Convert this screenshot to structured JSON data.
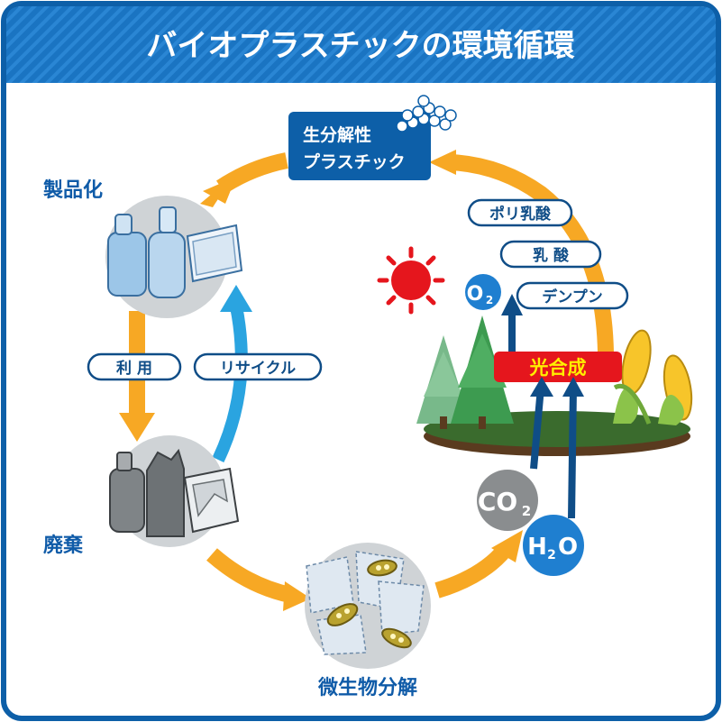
{
  "title": "バイオプラスチックの環境循環",
  "colors": {
    "frame": "#0d5fa8",
    "band": "#1a74c2",
    "arrow_orange": "#f7a824",
    "arrow_blue": "#2aa4e0",
    "tag_border": "#0f4d87",
    "label_blue": "#0f5ba8",
    "sun": "#e5161d",
    "photo_red": "#e5161d",
    "photo_text": "#ffef00",
    "ground": "#3a6b2d",
    "tree": "#3d9b50",
    "gray_circle": "#cfd3d6",
    "co2_gray": "#8a8d8f"
  },
  "nodes": {
    "biodegradable": {
      "line1": "生分解性",
      "line2": "プラスチック"
    },
    "product": "製品化",
    "waste": "廃棄",
    "biodegrade": "微生物分解"
  },
  "tags": {
    "use": "利 用",
    "recycle": "リサイクル",
    "polylactic": "ポリ乳酸",
    "lactic": "乳 酸",
    "starch": "デンプン"
  },
  "photosynthesis": "光合成",
  "molecules": {
    "o2": {
      "main": "O",
      "sub": "2"
    },
    "co2": {
      "main": "CO",
      "sub": "2"
    },
    "h2o": {
      "main": "H",
      "sub": "2",
      "tail": "O"
    }
  },
  "icons": [
    "bottle-icon",
    "broken-bottle-icon",
    "microbe-icon",
    "sun-icon",
    "tree-icon",
    "corn-icon",
    "pellets-icon"
  ]
}
